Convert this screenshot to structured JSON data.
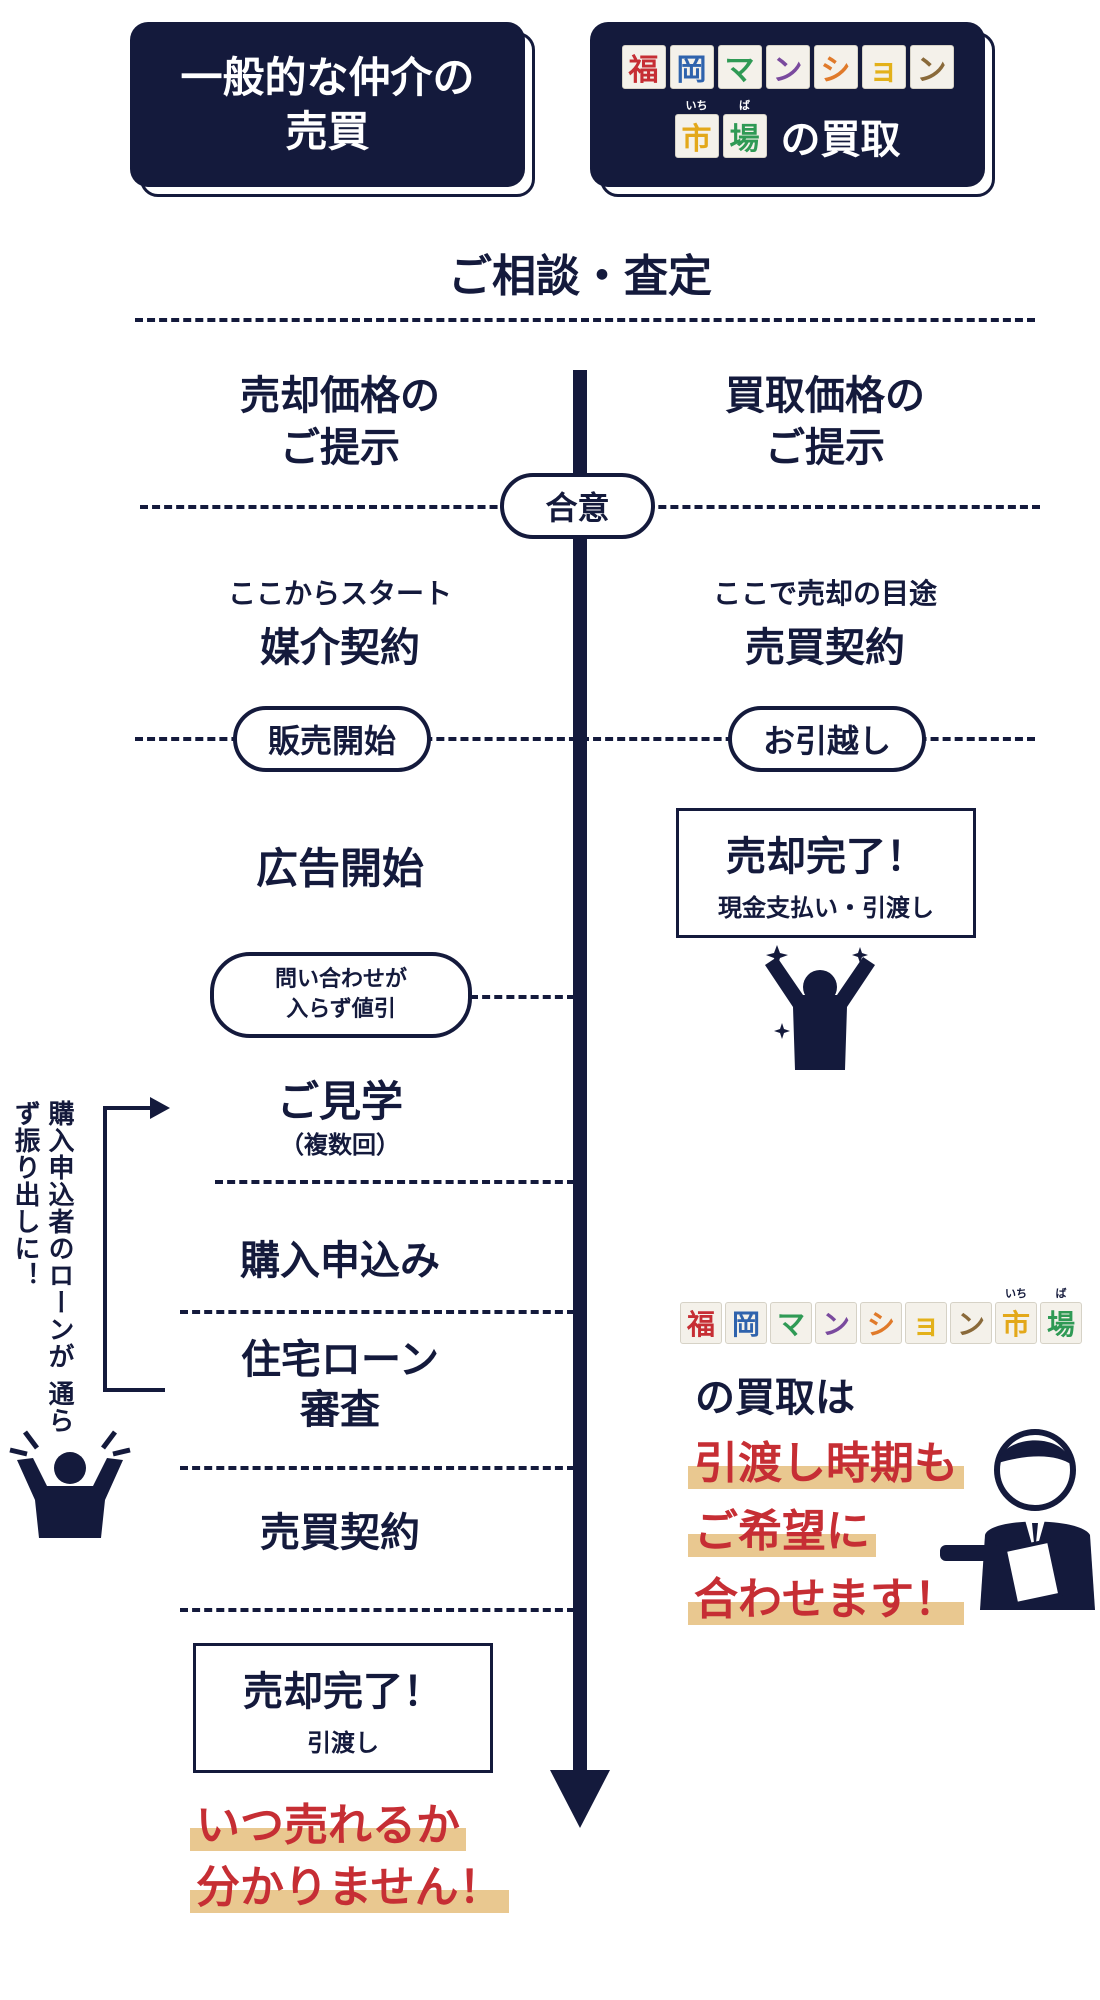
{
  "header_left": {
    "title": "一般的な仲介の\n売買"
  },
  "header_right": {
    "brand_tiles": [
      {
        "char": "福",
        "color": "#c62e34"
      },
      {
        "char": "岡",
        "color": "#2f63ad"
      },
      {
        "char": "マ",
        "color": "#2f9a55"
      },
      {
        "char": "ン",
        "color": "#7a4a9e"
      },
      {
        "char": "シ",
        "color": "#e07a2a"
      },
      {
        "char": "ョ",
        "color": "#e3b11a"
      },
      {
        "char": "ン",
        "color": "#8a6a3a"
      }
    ],
    "brand_tiles_2": [
      {
        "char": "市",
        "ruby": "いち",
        "color": "#e3a81a"
      },
      {
        "char": "場",
        "ruby": "ば",
        "color": "#2f9a55"
      }
    ],
    "suffix": "の買取"
  },
  "consult": "ご相談・査定",
  "left_price": "売却価格の\nご提示",
  "right_price": "買取価格の\nご提示",
  "agree": "合意",
  "left_start_sub": "ここからスタート",
  "left_start": "媒介契約",
  "right_start_sub": "ここで売却の目途",
  "right_start": "売買契約",
  "sales_start": "販売開始",
  "move": "お引越し",
  "ad_start": "広告開始",
  "right_done": {
    "title": "売却完了！",
    "sub": "現金支払い・引渡し"
  },
  "price_cut": "問い合わせが\n入らず値引",
  "viewing": "ご見学",
  "viewing_sub": "（複数回）",
  "purchase_apply": "購入申込み",
  "loan_review": "住宅ローン\n審査",
  "contract": "売買契約",
  "left_done": {
    "title": "売却完了！",
    "sub": "引渡し"
  },
  "loan_fail": "購入申込者のローンが\n通らず振り出しに！",
  "left_warning": [
    "いつ売れるか",
    "分かりません！"
  ],
  "right_brand_tiles": [
    {
      "char": "福",
      "color": "#c62e34",
      "ruby": ""
    },
    {
      "char": "岡",
      "color": "#2f63ad",
      "ruby": ""
    },
    {
      "char": "マ",
      "color": "#2f9a55",
      "ruby": ""
    },
    {
      "char": "ン",
      "color": "#7a4a9e",
      "ruby": ""
    },
    {
      "char": "シ",
      "color": "#e07a2a",
      "ruby": ""
    },
    {
      "char": "ョ",
      "color": "#e3b11a",
      "ruby": ""
    },
    {
      "char": "ン",
      "color": "#8a6a3a",
      "ruby": ""
    },
    {
      "char": "市",
      "color": "#e3a81a",
      "ruby": "いち"
    },
    {
      "char": "場",
      "color": "#2f9a55",
      "ruby": "ば"
    }
  ],
  "right_brand_suffix": "の買取は",
  "right_message": [
    "引渡し時期も",
    "ご希望に",
    "合わせます！"
  ],
  "colors": {
    "navy": "#141a3c",
    "red": "#c62e34",
    "highlight": "#e9c890"
  },
  "icons": [
    "happy-person-icon",
    "stressed-person-icon",
    "businessman-icon",
    "arrow-down-icon",
    "loop-arrow-icon"
  ]
}
